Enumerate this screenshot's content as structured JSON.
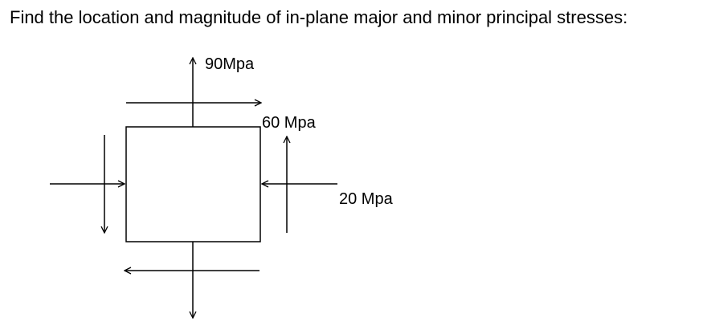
{
  "question": "Find the location and magnitude of in-plane major and minor principal stresses:",
  "labels": {
    "top_normal": "90Mpa",
    "shear": "60 Mpa",
    "side_normal": "20 Mpa"
  }
}
